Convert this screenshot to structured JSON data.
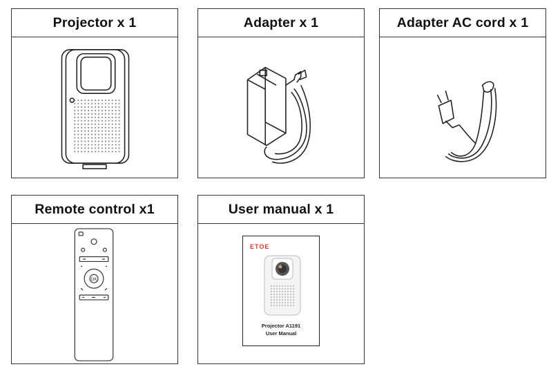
{
  "items": [
    {
      "title": "Projector x 1",
      "icon": "projector-icon"
    },
    {
      "title": "Adapter x 1",
      "icon": "power-adapter-icon"
    },
    {
      "title": "Adapter AC cord x 1",
      "icon": "ac-cord-icon"
    },
    {
      "title": "Remote control x1",
      "icon": "remote-control-icon"
    },
    {
      "title": "User manual x 1",
      "icon": "user-manual-icon"
    }
  ],
  "manual": {
    "brand": "ETOE",
    "line1": "Projector A1191",
    "line2": "User Manual"
  },
  "remote": {
    "ok_label": "OK"
  },
  "colors": {
    "border": "#333333",
    "brand_red": "#d4382c"
  }
}
